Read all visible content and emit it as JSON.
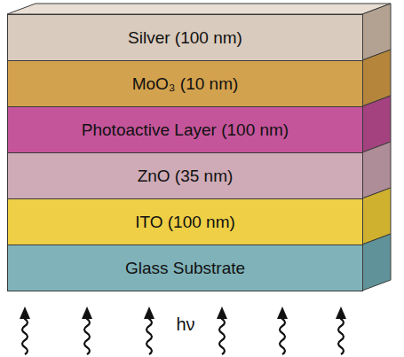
{
  "diagram": {
    "nodes": [
      {
        "text": [
          "Silver (100 nm)"
        ]
      },
      {
        "text": [
          "MoO₃ (10 nm)"
        ]
      },
      {
        "text": [
          "Photoactive Layer (100 nm)"
        ]
      },
      {
        "text": [
          "ZnO (35 nm)"
        ]
      },
      {
        "text": [
          "ITO (100 nm)"
        ]
      },
      {
        "text": [
          "Glass Substrate"
        ]
      }
    ],
    "labels": [
      "hν"
    ]
  }
}
